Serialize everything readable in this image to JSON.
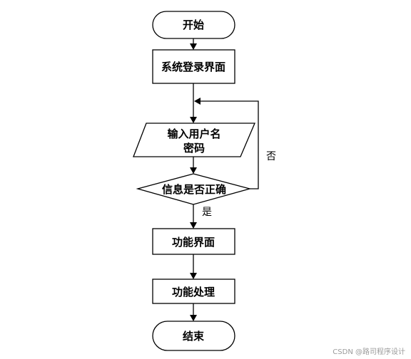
{
  "nodes": {
    "start": "开始",
    "login": "系统登录界面",
    "input_line1": "输入用户名",
    "input_line2": "密码",
    "check": "信息是否正确",
    "function_ui": "功能界面",
    "function_process": "功能处理",
    "end": "结束"
  },
  "edges": {
    "no_label": "否",
    "yes_label": "是"
  },
  "watermark": "CSDN @路司程序设计",
  "colors": {
    "stroke": "#000000",
    "fill": "#ffffff",
    "watermark": "#9a9a9a"
  }
}
